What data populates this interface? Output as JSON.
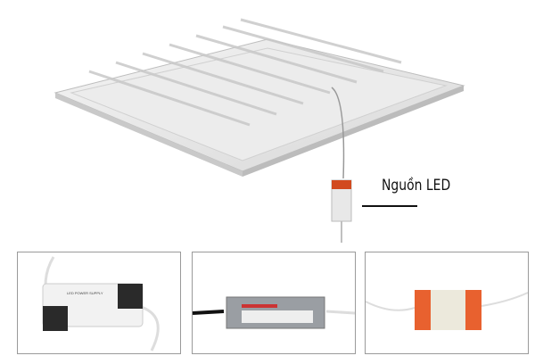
{
  "main_image": {
    "label": "Nguồn LED"
  },
  "colors": {
    "driver_accent": "#d24a1f",
    "label_text": "#111111",
    "frame_border": "#9a9a9a"
  },
  "thumbnails": [
    {
      "name": "white-black-led-driver",
      "print": "LED POWER SUPPLY"
    },
    {
      "name": "aluminium-led-driver"
    },
    {
      "name": "orange-white-led-driver"
    }
  ]
}
